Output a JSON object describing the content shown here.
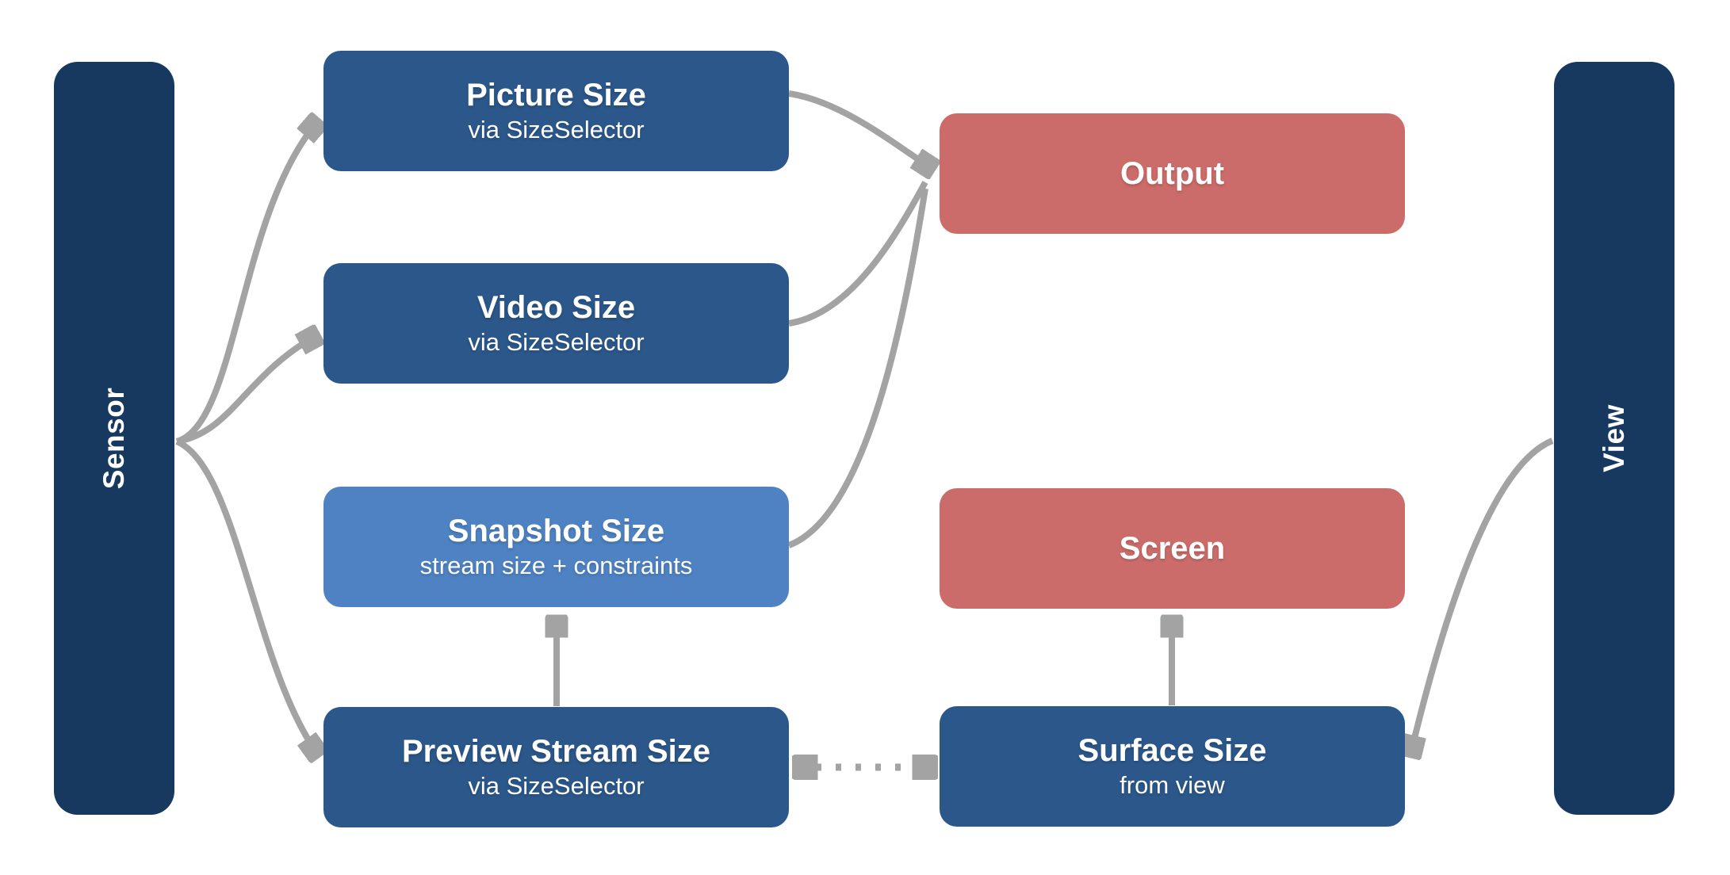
{
  "diagram": {
    "background": "#ffffff",
    "colors": {
      "background": "#ffffff",
      "navy": "#17395f",
      "blue": "#2b578a",
      "light_blue": "#4e82c2",
      "salmon": "#cb6c6a",
      "arrow": "#a3a3a3",
      "text": "#ffffff"
    },
    "bars": {
      "sensor": {
        "label": "Sensor"
      },
      "view": {
        "label": "View"
      }
    },
    "nodes": {
      "picture": {
        "title": "Picture Size",
        "subtitle": "via SizeSelector"
      },
      "video": {
        "title": "Video Size",
        "subtitle": "via SizeSelector"
      },
      "snapshot": {
        "title": "Snapshot Size",
        "subtitle": "stream size + constraints"
      },
      "preview": {
        "title": "Preview Stream Size",
        "subtitle": "via SizeSelector"
      },
      "output": {
        "title": "Output"
      },
      "screen": {
        "title": "Screen"
      },
      "surface": {
        "title": "Surface Size",
        "subtitle": "from view"
      }
    },
    "edges": [
      {
        "from": "Sensor",
        "to": "Picture Size",
        "style": "solid",
        "direction": "one-way"
      },
      {
        "from": "Sensor",
        "to": "Video Size",
        "style": "solid",
        "direction": "one-way"
      },
      {
        "from": "Sensor",
        "to": "Preview Stream Size",
        "style": "solid",
        "direction": "one-way"
      },
      {
        "from": "Picture Size",
        "to": "Output",
        "style": "solid",
        "direction": "one-way"
      },
      {
        "from": "Video Size",
        "to": "Output",
        "style": "solid",
        "direction": "one-way"
      },
      {
        "from": "Snapshot Size",
        "to": "Output",
        "style": "solid",
        "direction": "one-way"
      },
      {
        "from": "Preview Stream Size",
        "to": "Snapshot Size",
        "style": "solid",
        "direction": "one-way"
      },
      {
        "from": "Preview Stream Size",
        "to": "Surface Size",
        "style": "dotted",
        "direction": "two-way"
      },
      {
        "from": "Surface Size",
        "to": "Screen",
        "style": "solid",
        "direction": "one-way"
      },
      {
        "from": "View",
        "to": "Surface Size",
        "style": "solid",
        "direction": "one-way"
      }
    ]
  }
}
